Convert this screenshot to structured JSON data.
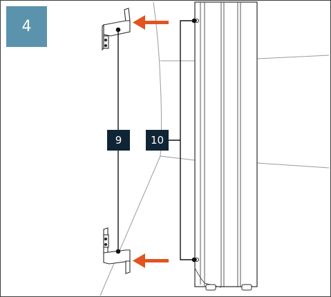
{
  "step": {
    "number": "4"
  },
  "callouts": {
    "bracket_pair": "9",
    "cabinet_holes": "10"
  },
  "colors": {
    "step_badge": "#5b93ad",
    "callout_bg": "#0f2434",
    "arrow": "#e2531f",
    "line": "#111111"
  },
  "icons": {
    "arrow": "arrow-left-icon"
  }
}
